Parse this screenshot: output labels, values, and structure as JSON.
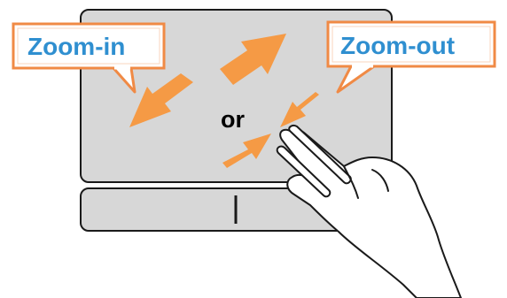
{
  "labels": {
    "zoom_in": "Zoom-in",
    "zoom_out": "Zoom-out",
    "separator": "or"
  },
  "colors": {
    "touchpad_fill": "#d7d7d7",
    "outline": "#1a1a1a",
    "arrow": "#f59a45",
    "callout_border": "#f08a45",
    "callout_text": "#2f8fd0",
    "or_text": "#000000",
    "hand_fill": "#ffffff"
  },
  "icons": {
    "zoom_in_arrows": "diagonal-arrows-outward",
    "zoom_out_arrows": "diagonal-arrows-inward",
    "gesture": "two-finger-pinch-hand"
  }
}
